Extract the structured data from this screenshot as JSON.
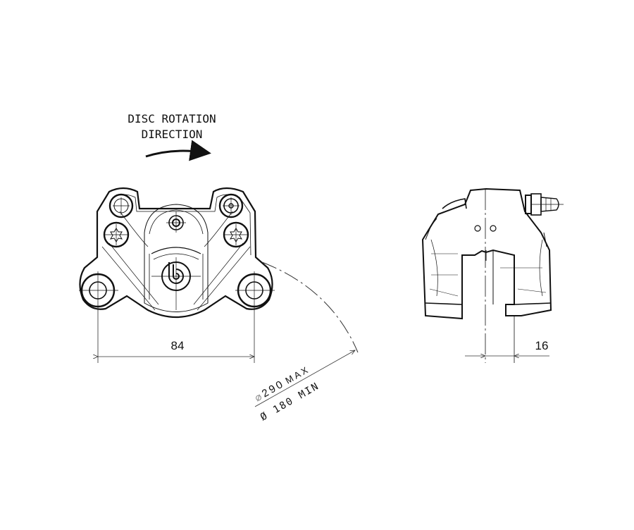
{
  "title": {
    "line1": "DISC ROTATION",
    "line2": "DIRECTION"
  },
  "rotation_arrow": {
    "icon": "arrow-right-curved-icon",
    "direction": "clockwise"
  },
  "front_view": {
    "logo": "brembo-logo-icon",
    "bolt_spacing": {
      "value": "84"
    }
  },
  "disc_diameter": {
    "max_symbol": "⌀",
    "max_value": "290",
    "max_suffix": "MAX",
    "min_label": "Ø 180 MIN"
  },
  "side_view": {
    "offset": {
      "value": "16"
    },
    "fitting": "banjo-fitting-icon"
  },
  "colors": {
    "line": "#111111",
    "background": "#ffffff"
  }
}
